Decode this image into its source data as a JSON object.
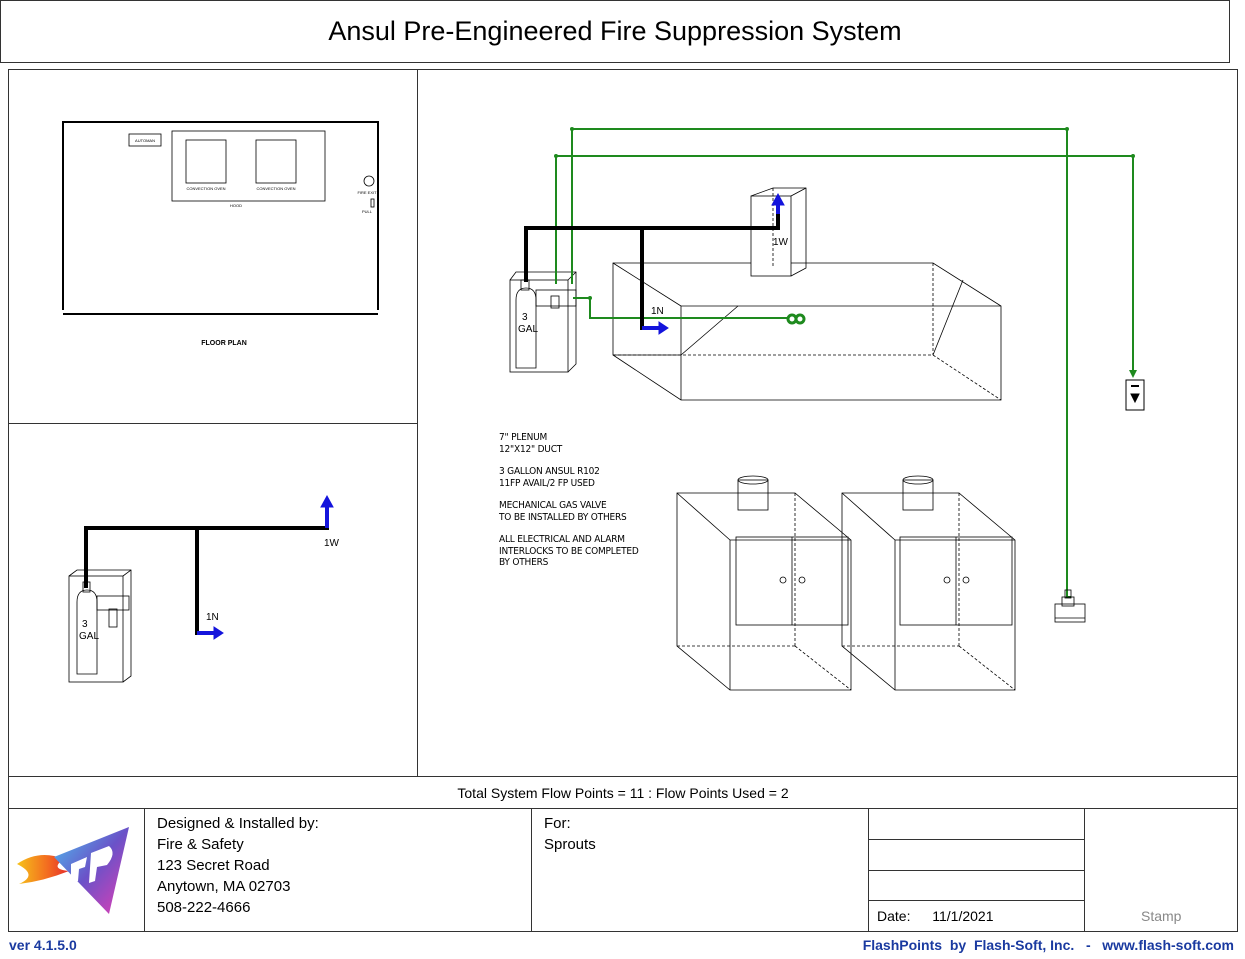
{
  "title": "Ansul Pre-Engineered Fire Suppression System",
  "floor_plan": {
    "label": "FLOOR PLAN",
    "automan_label": "AUTOMAN",
    "oven_1_label": "CONVECTION OVEN",
    "oven_2_label": "CONVECTION OVEN",
    "hood_label": "HOOD",
    "fire_exit_label": "FIRE EXIT",
    "pull_label": "PULL"
  },
  "piping_view": {
    "tank_label_line1": "3",
    "tank_label_line2": "GAL",
    "nozzle_1w": "1W",
    "nozzle_1n": "1N"
  },
  "main_view": {
    "tank_label_line1": "3",
    "tank_label_line2": "GAL",
    "nozzle_1w": "1W",
    "nozzle_1n": "1N"
  },
  "notes": [
    [
      "7\" PLENUM",
      "12\"X12\" DUCT"
    ],
    [
      "3  GALLON ANSUL R102",
      "11FP AVAIL/2 FP USED"
    ],
    [
      "MECHANICAL GAS VALVE",
      "TO BE INSTALLED BY OTHERS"
    ],
    [
      "ALL ELECTRICAL AND ALARM",
      "INTERLOCKS TO BE COMPLETED",
      "BY OTHERS"
    ]
  ],
  "flow_points_text": "Total System Flow Points = 11 : Flow Points Used = 2",
  "title_block": {
    "designer_heading": "Designed & Installed by:",
    "company": "Fire & Safety",
    "street": "123 Secret Road",
    "city": "Anytown, MA  02703",
    "phone": "508-222-4666",
    "for_heading": "For:",
    "client": "Sprouts",
    "date_label": "Date:",
    "date_value": "11/1/2021",
    "stamp_label": "Stamp"
  },
  "footer": {
    "version": "ver 4.1.5.0",
    "credit": "FlashPoints  by  Flash-Soft, Inc.   -   www.flash-soft.com"
  },
  "colors": {
    "pipe": "#000000",
    "detection_line": "#1e8a1e",
    "nozzle": "#1414dc",
    "footer_text": "#1a3aa0"
  }
}
